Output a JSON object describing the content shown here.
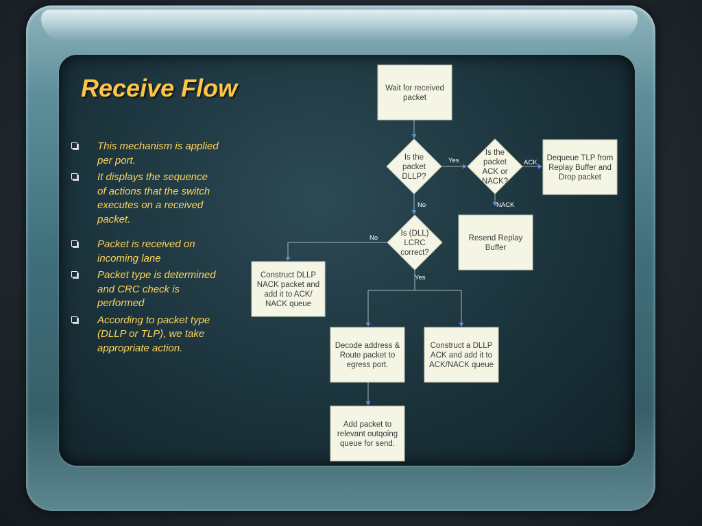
{
  "slide": {
    "title": "Receive Flow",
    "bullets": [
      {
        "text": "This mechanism is applied per port.",
        "gap": false
      },
      {
        "text": "It displays the sequence of actions that the switch executes on a received packet.",
        "gap": false
      },
      {
        "text": "Packet is received on incoming lane",
        "gap": true
      },
      {
        "text": "Packet type is determined and CRC check is performed",
        "gap": false
      },
      {
        "text": "According to packet type (DLLP or TLP), we take appropriate action.",
        "gap": false
      }
    ]
  },
  "colors": {
    "title": "#ffc645",
    "bullet_text": "#ffd45a",
    "node_fill": "#f5f5e6",
    "node_text": "#3b3b3b",
    "connector": "#a9b6bf",
    "arrowhead": "#5b8fd6"
  },
  "diagram": {
    "nodes": {
      "wait": {
        "lines": [
          "Wait for received",
          "packet"
        ]
      },
      "is_dllp": {
        "lines": [
          "Is the",
          "packet",
          "DLLP?"
        ]
      },
      "is_ack": {
        "lines": [
          "Is the",
          "packet",
          "ACK or",
          "NACK?"
        ]
      },
      "dequeue": {
        "lines": [
          "Dequeue TLP from",
          "Replay Buffer and",
          "Drop packet"
        ]
      },
      "resend": {
        "lines": [
          "Resend Replay",
          "Buffer"
        ]
      },
      "lcrc": {
        "lines": [
          "Is (DLL)",
          "LCRC",
          "correct?"
        ]
      },
      "nack_pkt": {
        "lines": [
          "Construct DLLP",
          "NACK packet and",
          "add it to ACK/",
          "NACK queue"
        ]
      },
      "decode": {
        "lines": [
          "Decode address &",
          "Route packet to",
          "egress port."
        ]
      },
      "ack_pkt": {
        "lines": [
          "Construct a DLLP",
          "ACK and add it to",
          "ACK/NACK queue"
        ]
      },
      "add_packet": {
        "lines": [
          "Add packet to",
          "relevant outqoing",
          "queue for send."
        ]
      }
    },
    "edge_labels": {
      "dllp_yes": "Yes",
      "dllp_no": "No",
      "ack": "ACK",
      "nack": "NACK",
      "lcrc_no": "No",
      "lcrc_yes": "Yes"
    }
  }
}
